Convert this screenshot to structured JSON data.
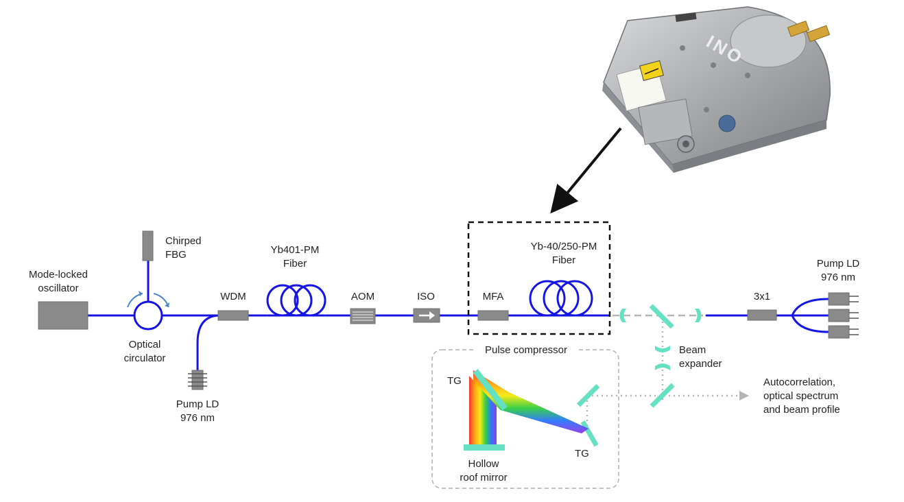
{
  "labels": {
    "oscillator": [
      "Mode-locked",
      "oscillator"
    ],
    "chirped_fbg": [
      "Chirped",
      "FBG"
    ],
    "circulator": [
      "Optical",
      "circulator"
    ],
    "wdm": "WDM",
    "pump_ld_left": [
      "Pump LD",
      "976 nm"
    ],
    "yb401": [
      "Yb401-PM",
      "Fiber"
    ],
    "aom": "AOM",
    "iso": "ISO",
    "mfa": "MFA",
    "yb40": [
      "Yb-40/250-PM",
      "Fiber"
    ],
    "beam_expander": [
      "Beam",
      "expander"
    ],
    "combiner": "3x1",
    "pump_ld_right": [
      "Pump LD",
      "976 nm"
    ],
    "pulse_compressor": "Pulse compressor",
    "tg_top": "TG",
    "tg_bottom": "TG",
    "hollow_mirror": [
      "Hollow",
      "roof mirror"
    ],
    "output": [
      "Autocorrelation,",
      "optical spectrum",
      "and beam profile"
    ]
  },
  "product_logo": "INO",
  "colors": {
    "fiber": "#1414e6",
    "mirror": "#66e0c2",
    "component": "#8a8a8a",
    "free_space": "#b5b5b5",
    "text": "#222222"
  }
}
